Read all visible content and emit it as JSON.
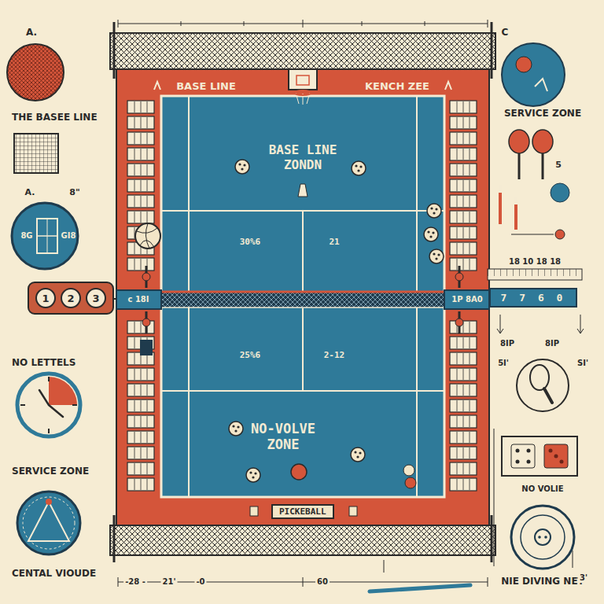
{
  "diagram": {
    "nodes": [
      {
        "text": [
          "BASE LINE ZONDN",
          "30%6",
          "21",
          "25%6",
          "2-12",
          "NO-VOLVE ZONE"
        ]
      },
      {
        "text": [
          "PICKEBALL"
        ],
        "in": 0
      },
      {
        "text": [
          "1",
          "2",
          "3"
        ]
      },
      {
        "text": [
          "7 7 6 0"
        ]
      }
    ],
    "labels": [
      "A.",
      "THE BASEE LINE",
      "A.",
      "8\"",
      "8G",
      "GI8",
      "NO LETTELS",
      "SERVICE ZONE",
      "CENTAL VIOUDE",
      "C",
      "SERVICE ZONE",
      "5",
      "18 10 18 18",
      "8IP",
      "8IP",
      "5I'",
      "SI'",
      "NO VOLIE",
      "NIE DIVING NET",
      "BASE LINE",
      "KENCH ZEE",
      "c 18I",
      "1P 8A0",
      "-28 -",
      "21'",
      "-0",
      "60",
      "3'"
    ]
  }
}
